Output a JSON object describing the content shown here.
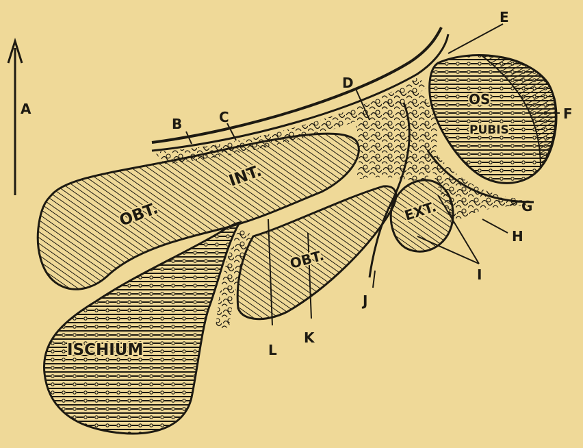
{
  "figure": {
    "labels": {
      "a": "A",
      "b": "B",
      "c": "C",
      "d": "D",
      "e": "E",
      "f": "F",
      "g": "G",
      "h": "H",
      "i": "I",
      "j": "J",
      "k": "K",
      "l": "L"
    },
    "structures": {
      "obt_int": [
        "OBT.",
        "INT."
      ],
      "obt_ext": [
        "OBT.",
        "EXT."
      ],
      "os_pubis": [
        "OS",
        "PUBIS"
      ],
      "ischium": "ISCHIUM"
    },
    "colors": {
      "paper": "#efd998",
      "ink": "#1d1a12"
    }
  }
}
